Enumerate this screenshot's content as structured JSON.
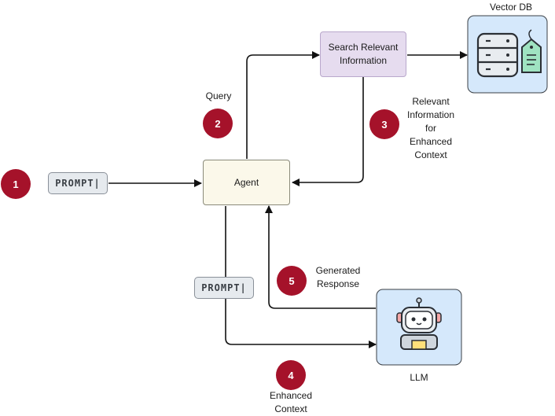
{
  "nodes": {
    "search": {
      "line1": "Search Relevant",
      "line2": "Information"
    },
    "agent": {
      "label": "Agent"
    },
    "vector_db": {
      "label": "Vector DB"
    },
    "llm": {
      "label": "LLM"
    },
    "prompt_input": {
      "label": "PROMPT|"
    },
    "prompt_context": {
      "label": "PROMPT|"
    }
  },
  "steps": [
    {
      "number": "1",
      "label": []
    },
    {
      "number": "2",
      "label": [
        "Query"
      ]
    },
    {
      "number": "3",
      "label": [
        "Relevant",
        "Information",
        "for",
        "Enhanced",
        "Context"
      ]
    },
    {
      "number": "4",
      "label": [
        "Enhanced",
        "Context"
      ]
    },
    {
      "number": "5",
      "label": [
        "Generated",
        "Response"
      ]
    }
  ],
  "colors": {
    "step_badge": "#a5122a",
    "agent_fill": "#fbf8ea",
    "search_fill": "#e6dcef",
    "db_fill": "#d5e8fb",
    "arrow": "#111111"
  }
}
